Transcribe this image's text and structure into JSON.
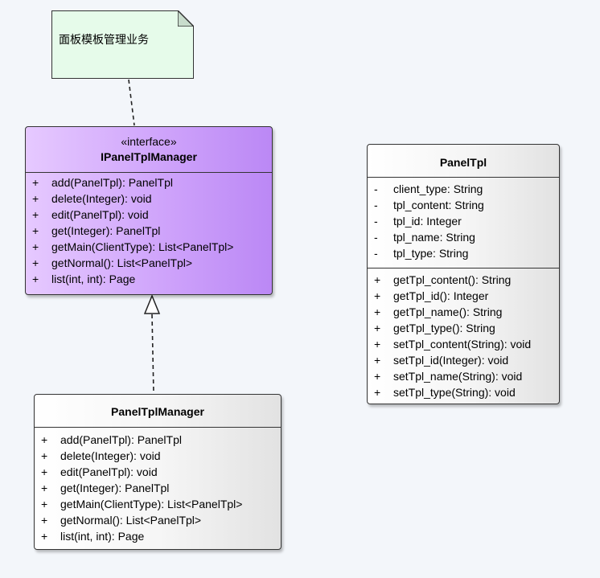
{
  "note": {
    "text": "面板模板管理业务"
  },
  "interface_class": {
    "stereotype": "«interface»",
    "name": "IPanelTplManager",
    "operations": [
      {
        "vis": "+",
        "sig": "add(PanelTpl): PanelTpl"
      },
      {
        "vis": "+",
        "sig": "delete(Integer): void"
      },
      {
        "vis": "+",
        "sig": "edit(PanelTpl): void"
      },
      {
        "vis": "+",
        "sig": "get(Integer): PanelTpl"
      },
      {
        "vis": "+",
        "sig": "getMain(ClientType): List<PanelTpl>"
      },
      {
        "vis": "+",
        "sig": "getNormal(): List<PanelTpl>"
      },
      {
        "vis": "+",
        "sig": "list(int, int): Page"
      }
    ]
  },
  "impl_class": {
    "name": "PanelTplManager",
    "operations": [
      {
        "vis": "+",
        "sig": "add(PanelTpl): PanelTpl"
      },
      {
        "vis": "+",
        "sig": "delete(Integer): void"
      },
      {
        "vis": "+",
        "sig": "edit(PanelTpl): void"
      },
      {
        "vis": "+",
        "sig": "get(Integer): PanelTpl"
      },
      {
        "vis": "+",
        "sig": "getMain(ClientType): List<PanelTpl>"
      },
      {
        "vis": "+",
        "sig": "getNormal(): List<PanelTpl>"
      },
      {
        "vis": "+",
        "sig": "list(int, int): Page"
      }
    ]
  },
  "model_class": {
    "name": "PanelTpl",
    "attributes": [
      {
        "vis": "-",
        "sig": "client_type: String"
      },
      {
        "vis": "-",
        "sig": "tpl_content: String"
      },
      {
        "vis": "-",
        "sig": "tpl_id: Integer"
      },
      {
        "vis": "-",
        "sig": "tpl_name: String"
      },
      {
        "vis": "-",
        "sig": "tpl_type: String"
      }
    ],
    "operations": [
      {
        "vis": "+",
        "sig": "getTpl_content(): String"
      },
      {
        "vis": "+",
        "sig": "getTpl_id(): Integer"
      },
      {
        "vis": "+",
        "sig": "getTpl_name(): String"
      },
      {
        "vis": "+",
        "sig": "getTpl_type(): String"
      },
      {
        "vis": "+",
        "sig": "setTpl_content(String): void"
      },
      {
        "vis": "+",
        "sig": "setTpl_id(Integer): void"
      },
      {
        "vis": "+",
        "sig": "setTpl_name(String): void"
      },
      {
        "vis": "+",
        "sig": "setTpl_type(String): void"
      }
    ]
  },
  "colors": {
    "interface_fill": "#c79bf9",
    "note_fill": "#e6fbea",
    "annotation_underline": "#e01b24"
  }
}
